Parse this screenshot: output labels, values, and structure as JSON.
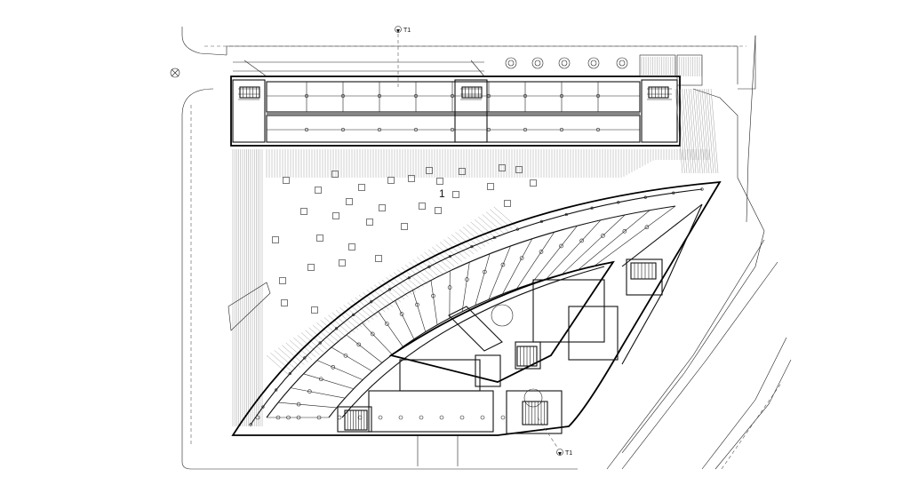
{
  "plan": {
    "zone_label": "1",
    "section_markers": [
      {
        "label": "T1"
      },
      {
        "label": "T1"
      }
    ]
  }
}
